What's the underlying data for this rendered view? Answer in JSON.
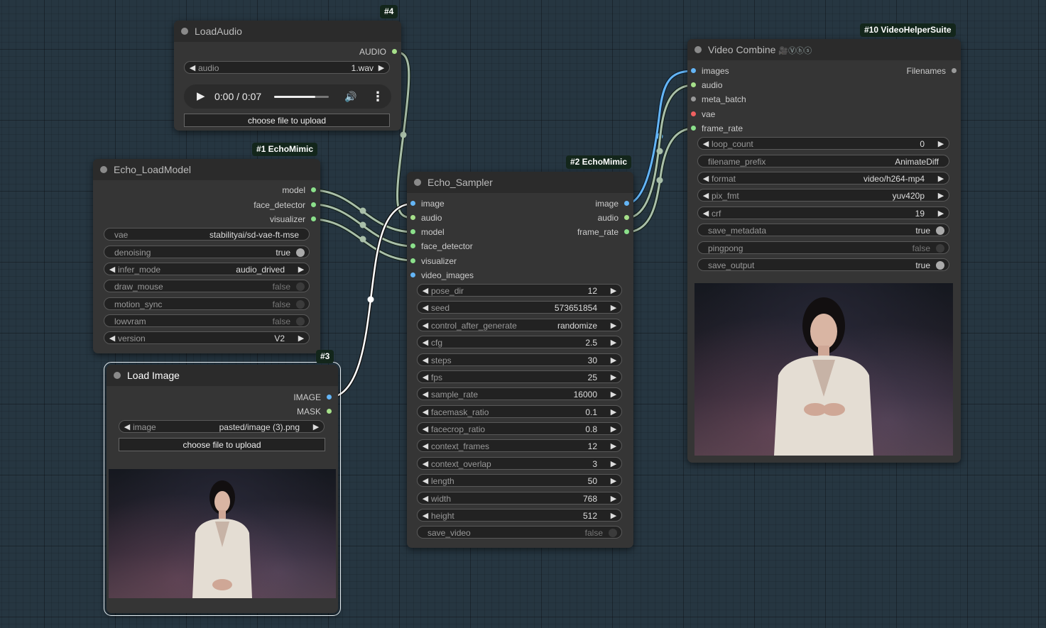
{
  "nodes": {
    "load_audio": {
      "title": "LoadAudio",
      "badge": "#4",
      "output": "AUDIO",
      "audio_widget": {
        "label": "audio",
        "value": "1.wav"
      },
      "player": {
        "time": "0:00 / 0:07",
        "progress": 0.75
      },
      "upload_button": "choose file to upload"
    },
    "load_model": {
      "title": "Echo_LoadModel",
      "badge": "#1 EchoMimic",
      "outputs": [
        "model",
        "face_detector",
        "visualizer"
      ],
      "widgets": [
        {
          "label": "vae",
          "value": "stabilityai/sd-vae-ft-mse"
        },
        {
          "label": "denoising",
          "value": "true"
        },
        {
          "label": "infer_mode",
          "value": "audio_drived"
        },
        {
          "label": "draw_mouse",
          "value": "false"
        },
        {
          "label": "motion_sync",
          "value": "false"
        },
        {
          "label": "lowvram",
          "value": "false"
        },
        {
          "label": "version",
          "value": "V2"
        }
      ]
    },
    "load_image": {
      "title": "Load Image",
      "badge": "#3",
      "outputs": [
        "IMAGE",
        "MASK"
      ],
      "image_widget": {
        "label": "image",
        "value": "pasted/image (3).png"
      },
      "upload_button": "choose file to upload"
    },
    "sampler": {
      "title": "Echo_Sampler",
      "badge": "#2 EchoMimic",
      "inputs": [
        "image",
        "audio",
        "model",
        "face_detector",
        "visualizer",
        "video_images"
      ],
      "outputs": [
        "image",
        "audio",
        "frame_rate"
      ],
      "widgets": [
        {
          "label": "pose_dir",
          "value": "12"
        },
        {
          "label": "seed",
          "value": "573651854"
        },
        {
          "label": "control_after_generate",
          "value": "randomize"
        },
        {
          "label": "cfg",
          "value": "2.5"
        },
        {
          "label": "steps",
          "value": "30"
        },
        {
          "label": "fps",
          "value": "25"
        },
        {
          "label": "sample_rate",
          "value": "16000"
        },
        {
          "label": "facemask_ratio",
          "value": "0.1"
        },
        {
          "label": "facecrop_ratio",
          "value": "0.8"
        },
        {
          "label": "context_frames",
          "value": "12"
        },
        {
          "label": "context_overlap",
          "value": "3"
        },
        {
          "label": "length",
          "value": "50"
        },
        {
          "label": "width",
          "value": "768"
        },
        {
          "label": "height",
          "value": "512"
        },
        {
          "label": "save_video",
          "value": "false"
        }
      ]
    },
    "video_combine": {
      "title": "Video Combine",
      "title_icons": "🎥Ⓥⓗⓢ",
      "badge": "#10 VideoHelperSuite",
      "inputs": [
        "images",
        "audio",
        "meta_batch",
        "vae",
        "frame_rate"
      ],
      "output": "Filenames",
      "widgets": [
        {
          "label": "loop_count",
          "value": "0"
        },
        {
          "label": "filename_prefix",
          "value": "AnimateDiff"
        },
        {
          "label": "format",
          "value": "video/h264-mp4"
        },
        {
          "label": "pix_fmt",
          "value": "yuv420p"
        },
        {
          "label": "crf",
          "value": "19"
        },
        {
          "label": "save_metadata",
          "value": "true"
        },
        {
          "label": "pingpong",
          "value": "false"
        },
        {
          "label": "save_output",
          "value": "true"
        }
      ]
    }
  },
  "icons": {
    "play": "▶",
    "volume": "🔊",
    "more": "⋮",
    "arrow_left": "◀",
    "arrow_right": "▶"
  },
  "colors": {
    "canvas": "#263641",
    "node": "#353535",
    "node_title": "#2b2b2b",
    "image_slot": "#64b5f6",
    "audio_slot": "#a6e08a",
    "vae_slot": "#f06060",
    "link": "#9bb59b",
    "badge": "#13261b"
  }
}
